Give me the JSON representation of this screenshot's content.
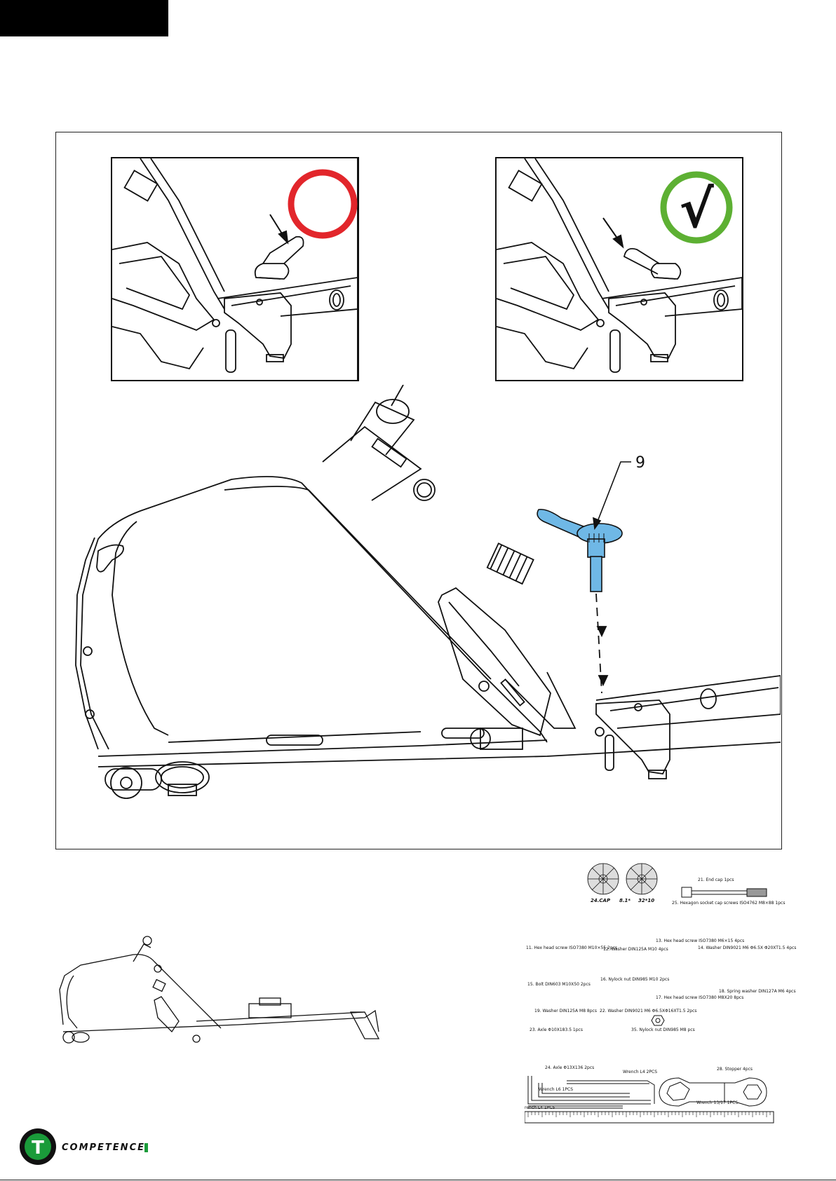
{
  "callout_number": "9",
  "wrong_symbol": "no-sign",
  "correct_symbol": "√",
  "colors": {
    "wrong": "#e2262b",
    "correct": "#5db033",
    "highlight_part": "#6fb8e6",
    "brand_green": "#1a9b3a"
  },
  "parts": {
    "cap_24": "24.CAP",
    "cap_24_size": "8.1*",
    "cap_sec_size": "32*10",
    "p21": "21. End cap 1pcs",
    "p25": "25. Hexagon socket cap screws ISO4762 M8×88 1pcs",
    "p13": "13. Hex head screw ISO7380 M6×15 4pcs",
    "p11": "11. Hex head screw ISO7380 M10×55 2pcs",
    "p12": "12. Washer DIN125A M10 4pcs",
    "p14": "14. Washer DIN9021 M6 Φ6.5X Φ20XT1.5 4pcs",
    "p16": "16. Nylock nut DIN985 M10 2pcs",
    "p15": "15. Bolt DIN603 M10X50 2pcs",
    "p18": "18. Spring washer DIN127A M6 4pcs",
    "p17": "17. Hex head screw ISO7380 M8X20 8pcs",
    "p19": "19. Washer DIN125A M8 8pcs",
    "p22": "22. Washer DIN9021 M6 Φ6.5XΦ16XT1.5 2pcs",
    "p23": "23. Axle Φ10X183.5 1pcs",
    "p35": "35. Nylock nut DIN985 M8   pcs",
    "p24": "24. Axle Φ13X136 2pcs",
    "p28": "28. Stopper 4pcs",
    "wrench_l4_top": "Wrench L4  2PCS",
    "wrench_l6": "Wrench L6    1PCS",
    "wrench_l4_bottom": "rench L4    1PCS",
    "wrench_1317": "Wrench 13/17  1PCS"
  },
  "brand": {
    "name": "COMPETENCE",
    "logo_letter": "T"
  }
}
